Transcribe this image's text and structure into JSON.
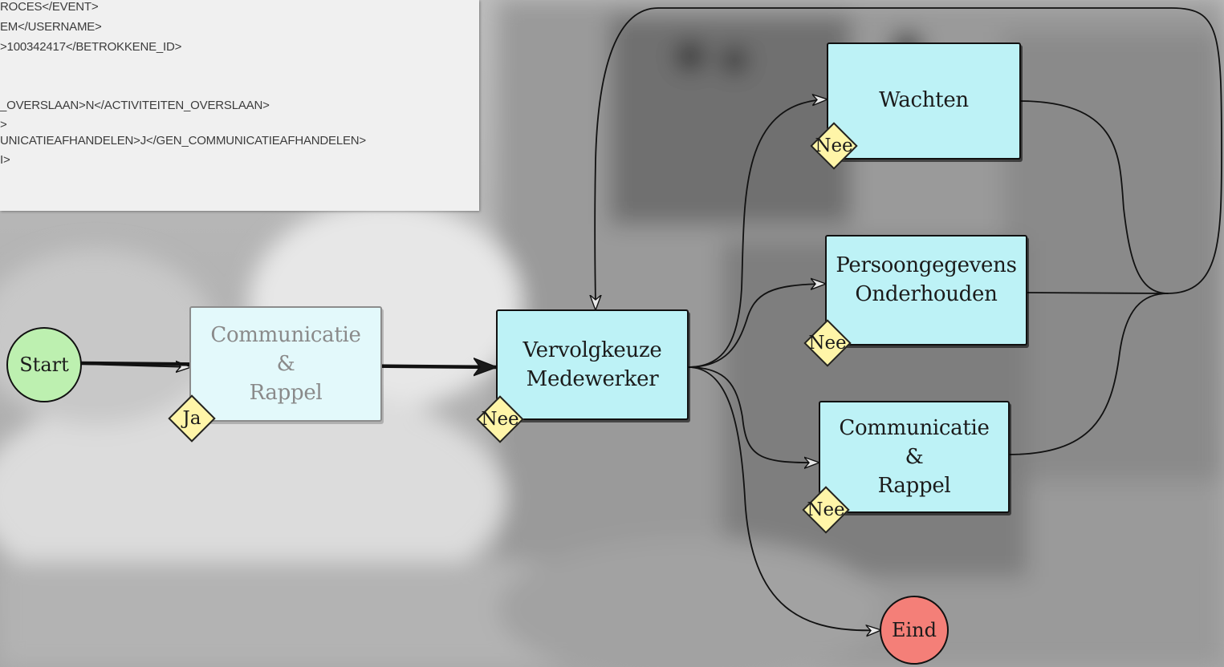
{
  "xml_lines": [
    "ROCES</EVENT>",
    "EM</USERNAME>",
    ">100342417</BETROKKENE_ID>",
    "",
    "_OVERSLAAN>N</ACTIVITEITEN_OVERSLAAN>",
    ">",
    "UNICATIEAFHANDELEN>J</GEN_COMMUNICATIEAFHANDELEN>",
    "I>",
    ""
  ],
  "nodes": {
    "start": "Start",
    "end": "Eind",
    "comm_faded": [
      "Communicatie",
      "&",
      "Rappel"
    ],
    "vervolgkeuze": [
      "Vervolgkeuze",
      "Medewerker"
    ],
    "wachten": [
      "Wachten"
    ],
    "persoon": [
      "Persoongegevens",
      "Onderhouden"
    ],
    "comm": [
      "Communicatie",
      "&",
      "Rappel"
    ]
  },
  "conditions": {
    "comm_faded": "Ja",
    "vervolgkeuze": "Nee",
    "wachten": "Nee",
    "persoon": "Nee",
    "comm": "Nee"
  },
  "colors": {
    "task": "#bdf2f6",
    "condition": "#fff5a8",
    "start": "#bdf0b0",
    "end": "#f47f78"
  }
}
